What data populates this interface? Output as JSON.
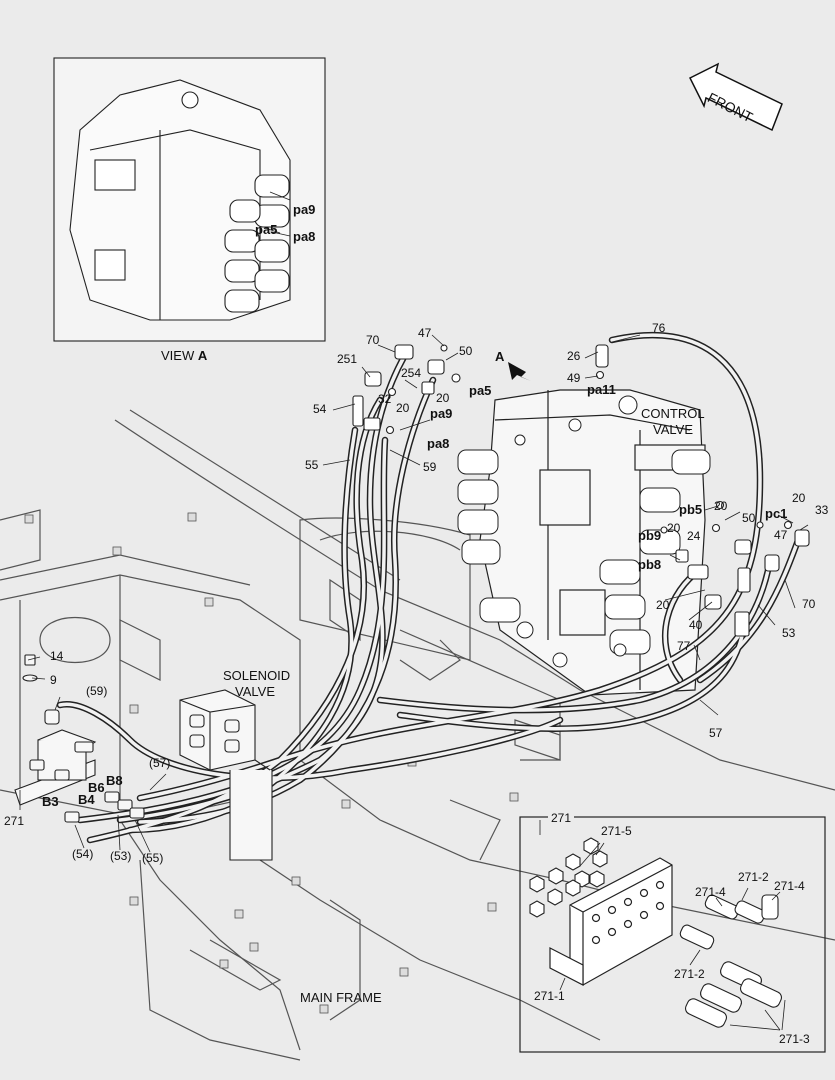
{
  "inset_view": {
    "caption_prefix": "VIEW",
    "caption_letter": "A",
    "ports": [
      "pa9",
      "pa5",
      "pa8"
    ]
  },
  "front_arrow": "FRONT",
  "view_arrow": "A",
  "components": {
    "control_valve_1": "CONTROL",
    "control_valve_2": "VALVE",
    "solenoid_valve_1": "SOLENOID",
    "solenoid_valve_2": "VALVE",
    "main_frame": "MAIN FRAME"
  },
  "callouts": {
    "c70a": "70",
    "c47a": "47",
    "c50a": "50",
    "c251": "251",
    "c254": "254",
    "c20a": "20",
    "c32": "32",
    "c20b": "20",
    "pa5": "pa5",
    "pa9": "pa9",
    "pa8": "pa8",
    "c54": "54",
    "c55": "55",
    "c59": "59",
    "c26": "26",
    "c49": "49",
    "pa11": "pa11",
    "c76": "76",
    "pb5": "pb5",
    "c20c": "20",
    "c20d": "20",
    "pb9": "pb9",
    "c24": "24",
    "pb8": "pb8",
    "c20e": "20",
    "c40": "40",
    "c77": "77",
    "c50b": "50",
    "pc1": "pc1",
    "c20f": "20",
    "c33": "33",
    "c47b": "47",
    "c70b": "70",
    "c53": "53",
    "c57": "57",
    "c14": "14",
    "c9": "9",
    "c59p": "(59)",
    "c57p": "(57)",
    "b8": "B8",
    "b6": "B6",
    "b4": "B4",
    "b3": "B3",
    "c271": "271",
    "c54p": "(54)",
    "c53p": "(53)",
    "c55p": "(55)"
  },
  "detail_box": {
    "title": "271",
    "parts": [
      "271-5",
      "271-2",
      "271-4",
      "271-4",
      "271-2",
      "271-1",
      "271-3"
    ]
  }
}
